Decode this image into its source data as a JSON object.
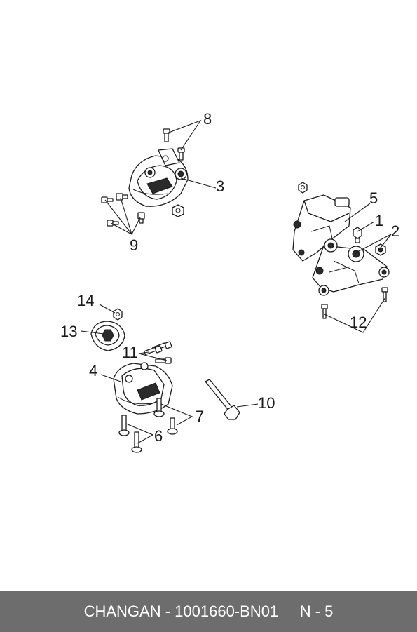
{
  "callouts": {
    "c1": "1",
    "c2": "2",
    "c3": "3",
    "c4": "4",
    "c5": "5",
    "c6": "6",
    "c7": "7",
    "c8": "8",
    "c9": "9",
    "c10": "10",
    "c11": "11",
    "c12": "12",
    "c13": "13",
    "c14": "14"
  },
  "footer": {
    "caption": "CHANGAN - 1001660-BN01     N - 5"
  }
}
